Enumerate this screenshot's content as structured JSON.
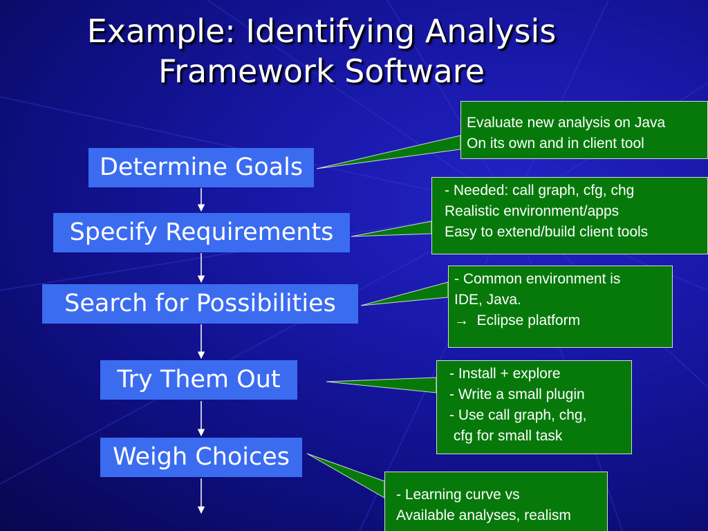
{
  "title": {
    "line1": "Example: Identifying Analysis",
    "line2": "Framework Software"
  },
  "colors": {
    "background": "#1717a0",
    "step_box": "#3b6cf0",
    "callout_box": "#07790b",
    "text": "#ffffff"
  },
  "steps": [
    {
      "label": "Determine Goals"
    },
    {
      "label": "Specify Requirements"
    },
    {
      "label": "Search for Possibilities"
    },
    {
      "label": "Try Them Out"
    },
    {
      "label": "Weigh Choices"
    }
  ],
  "callouts": [
    {
      "lines": [
        "Evaluate new analysis on Java",
        "On its own and in client tool"
      ]
    },
    {
      "lines": [
        "- Needed: call graph, cfg, chg",
        "Realistic environment/apps",
        "Easy to extend/build client tools"
      ]
    },
    {
      "lines": [
        "- Common environment is",
        "IDE, Java.",
        "→  Eclipse platform"
      ]
    },
    {
      "lines": [
        "- Install + explore",
        "- Write a small plugin",
        "- Use call graph, chg,",
        " cfg for small task"
      ]
    },
    {
      "lines": [
        "- Learning curve vs",
        "Available analyses, realism"
      ]
    }
  ]
}
